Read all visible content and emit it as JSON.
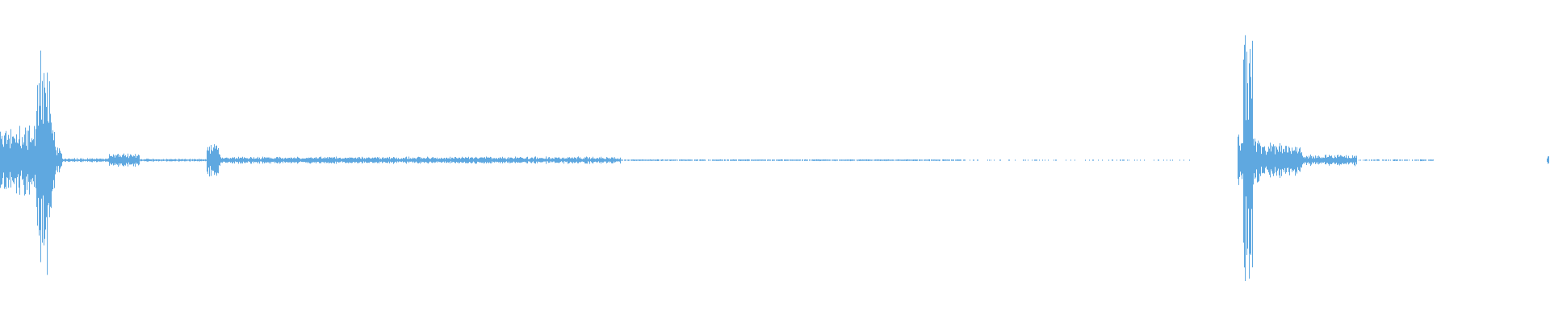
{
  "waveform": {
    "color": "#5fa8e0",
    "background": "#ffffff",
    "segments": [
      {
        "start": 0.0,
        "end": 0.035,
        "amplitude": 0.25,
        "density": 1.0
      },
      {
        "start": 0.023,
        "end": 0.033,
        "amplitude": 0.78,
        "density": 1.0
      },
      {
        "start": 0.033,
        "end": 0.04,
        "amplitude": 0.1,
        "density": 1.0
      },
      {
        "start": 0.04,
        "end": 0.07,
        "amplitude": 0.015,
        "density": 1.0
      },
      {
        "start": 0.07,
        "end": 0.09,
        "amplitude": 0.05,
        "density": 1.0
      },
      {
        "start": 0.09,
        "end": 0.133,
        "amplitude": 0.01,
        "density": 1.0
      },
      {
        "start": 0.133,
        "end": 0.142,
        "amplitude": 0.12,
        "density": 1.0
      },
      {
        "start": 0.142,
        "end": 0.4,
        "amplitude": 0.025,
        "density": 1.0
      },
      {
        "start": 0.4,
        "end": 0.62,
        "amplitude": 0.006,
        "density": 0.9
      },
      {
        "start": 0.62,
        "end": 0.77,
        "amplitude": 0.004,
        "density": 0.25
      },
      {
        "start": 0.798,
        "end": 0.812,
        "amplitude": 0.2,
        "density": 1.0
      },
      {
        "start": 0.802,
        "end": 0.808,
        "amplitude": 0.85,
        "density": 1.0
      },
      {
        "start": 0.812,
        "end": 0.84,
        "amplitude": 0.12,
        "density": 1.0
      },
      {
        "start": 0.84,
        "end": 0.875,
        "amplitude": 0.04,
        "density": 1.0
      },
      {
        "start": 0.875,
        "end": 0.925,
        "amplitude": 0.006,
        "density": 0.7
      },
      {
        "start": 0.9975,
        "end": 0.999,
        "amplitude": 0.03,
        "density": 1.0
      }
    ]
  }
}
